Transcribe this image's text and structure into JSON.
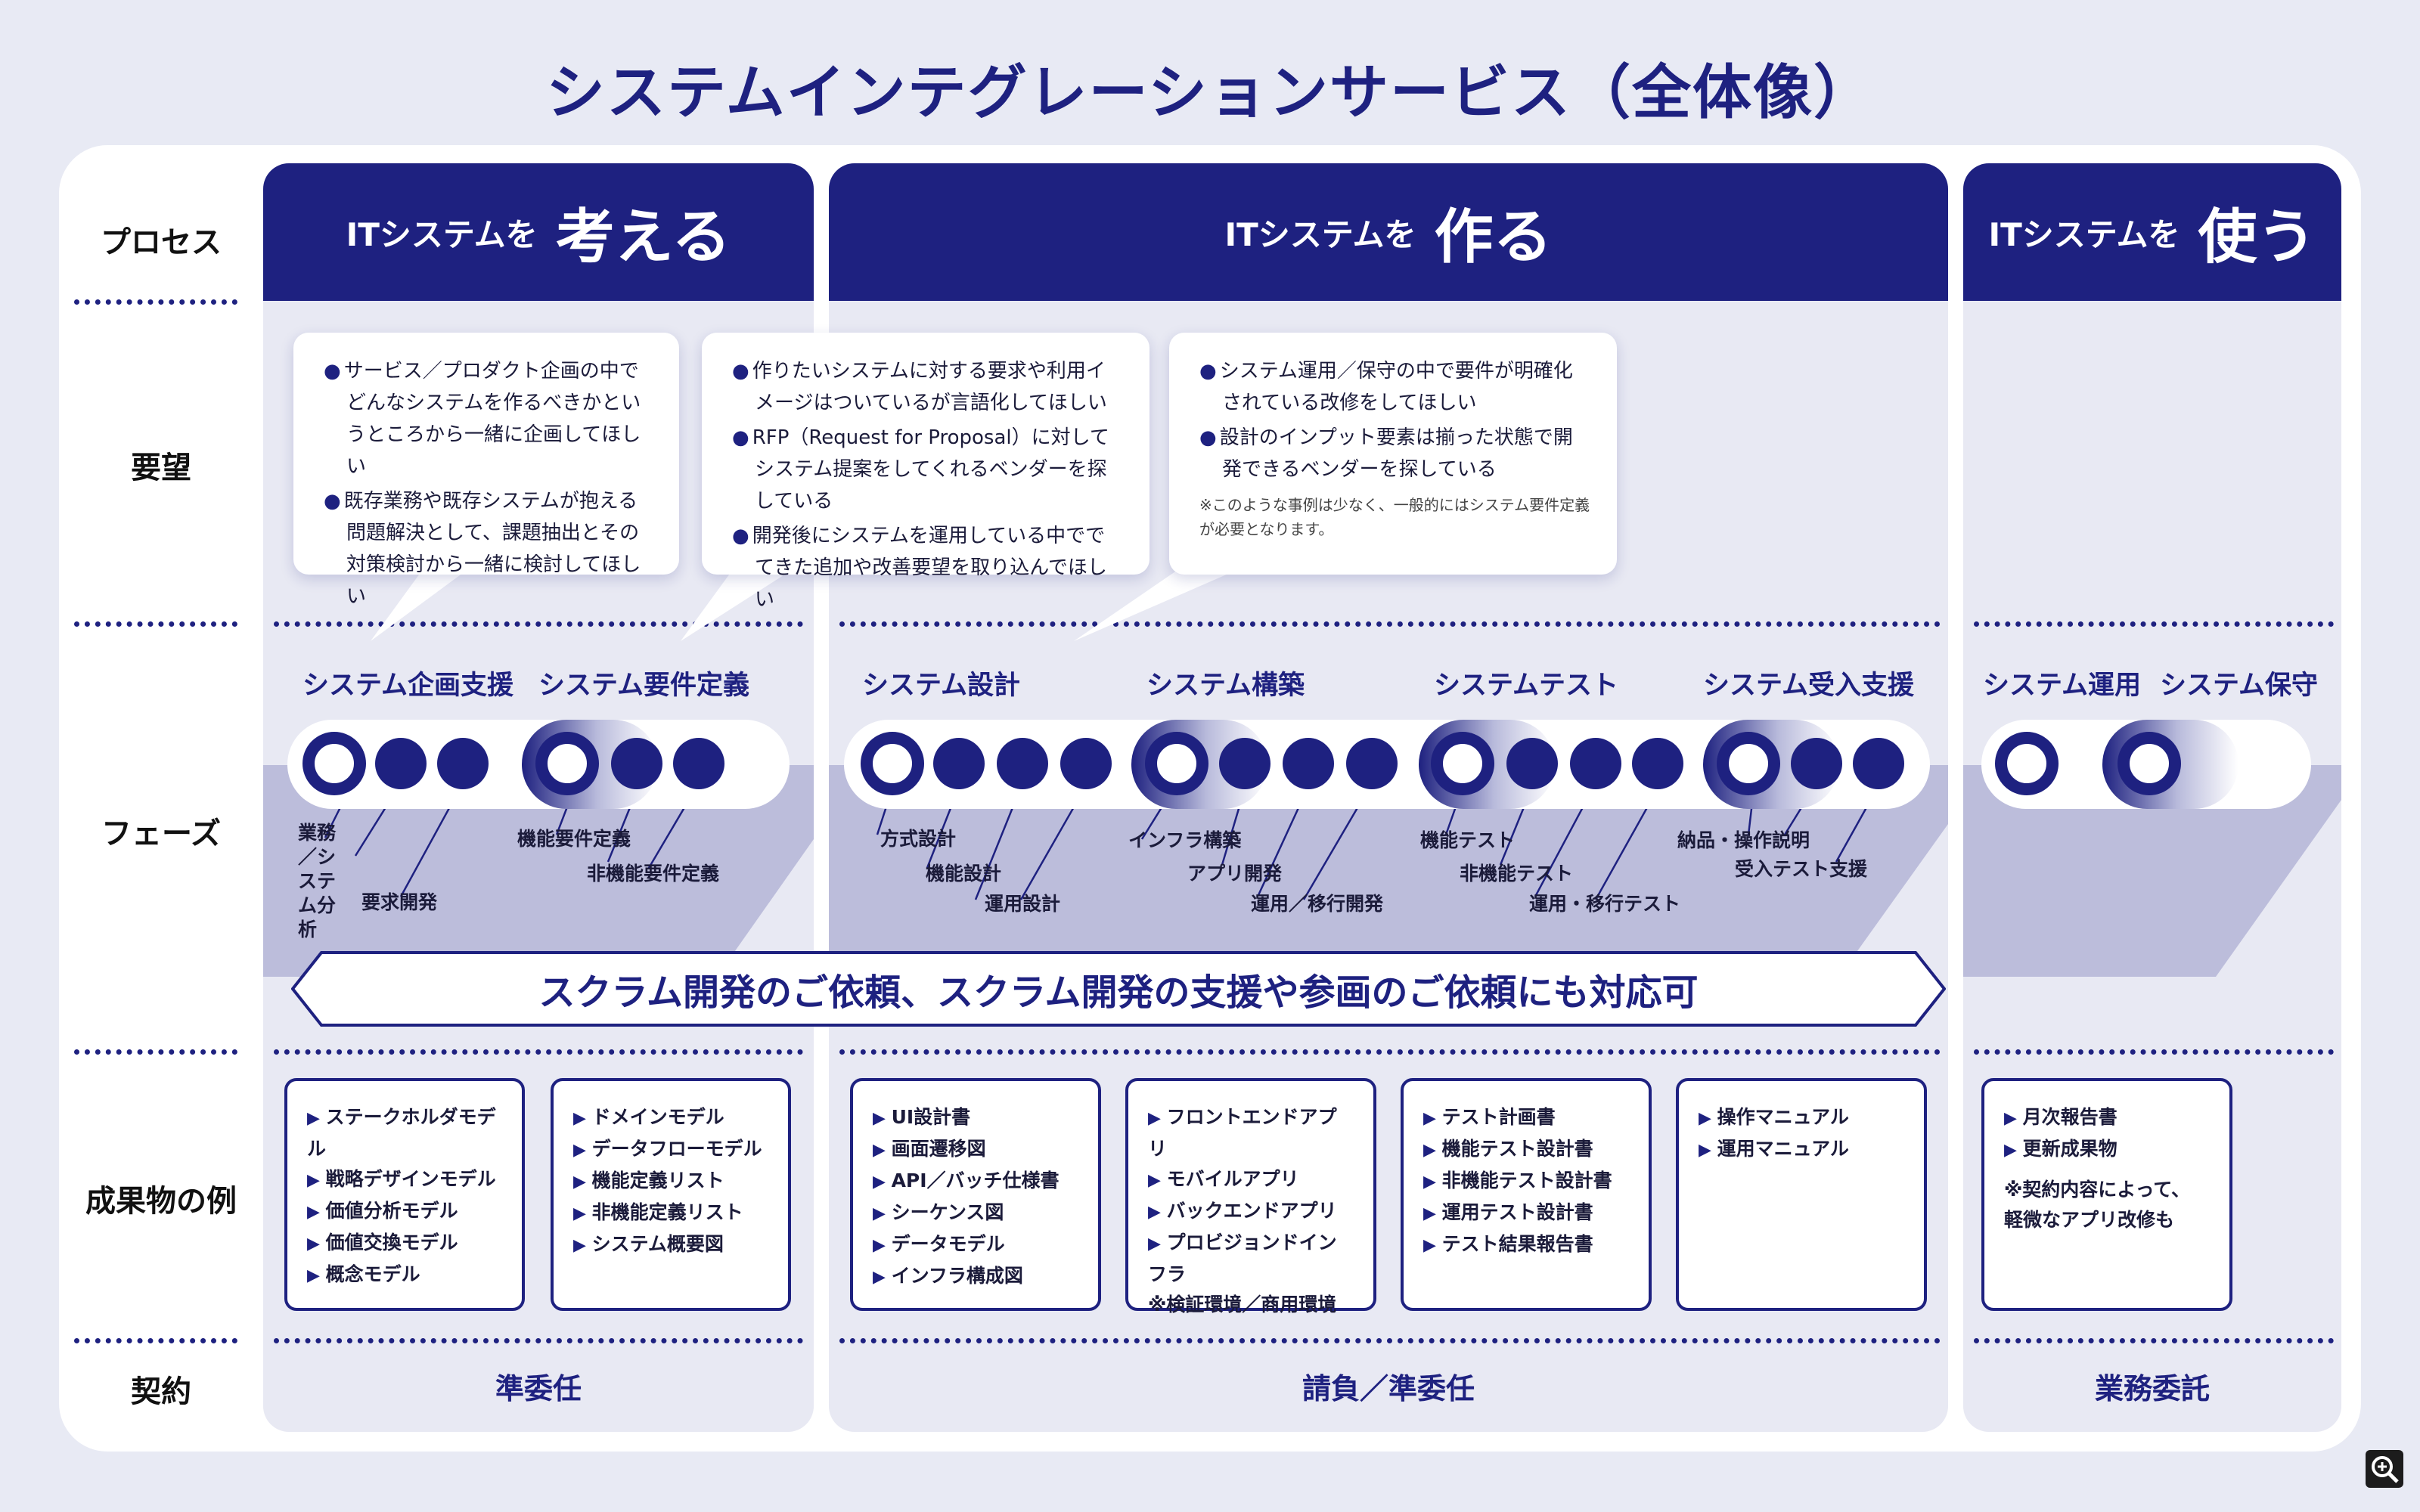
{
  "title": "システムインテグレーションサービス（全体像）",
  "row_labels": {
    "process": "プロセス",
    "request": "要望",
    "phase": "フェーズ",
    "deliverables": "成果物の例",
    "contract": "契約"
  },
  "columns": [
    {
      "prefix": "ITシステムを",
      "verb": "考える"
    },
    {
      "prefix": "ITシステムを",
      "verb": "作る"
    },
    {
      "prefix": "ITシステムを",
      "verb": "使う"
    }
  ],
  "requests": [
    {
      "items": [
        "サービス／プロダクト企画の中でどんなシステムを作るべきかというところから一緒に企画してほしい",
        "既存業務や既存システムが抱える問題解決として、課題抽出とその対策検討から一緒に検討してほしい"
      ],
      "note": ""
    },
    {
      "items": [
        "作りたいシステムに対する要求や利用イメージはついているが言語化してほしい",
        "RFP（Request for Proposal）に対してシステム提案をしてくれるベンダーを探している",
        "開発後にシステムを運用している中ででてきた追加や改善要望を取り込んでほしい"
      ],
      "note": ""
    },
    {
      "items": [
        "システム運用／保守の中で要件が明確化されている改修をしてほしい",
        "設計のインプット要素は揃った状態で開発できるベンダーを探している"
      ],
      "note": "※このような事例は少なく、一般的にはシステム要件定義が必要となります。"
    }
  ],
  "phases": [
    "システム企画支援",
    "システム要件定義",
    "システム設計",
    "システム構築",
    "システムテスト",
    "システム受入支援",
    "システム運用",
    "システム保守"
  ],
  "subphases": {
    "s1": "業務／システム分析",
    "s2": "要求開発",
    "s3": "機能要件定義",
    "s4": "非機能要件定義",
    "s5": "方式設計",
    "s6": "機能設計",
    "s7": "運用設計",
    "s8": "インフラ構築",
    "s9": "アプリ開発",
    "s10": "運用／移行開発",
    "s11": "機能テスト",
    "s12": "非機能テスト",
    "s13": "運用・移行テスト",
    "s14": "納品・操作説明",
    "s15": "受入テスト支援"
  },
  "scrum": "スクラム開発のご依頼、スクラム開発の支援や参画のご依頼にも対応可",
  "deliverables": [
    {
      "items": [
        "ステークホルダモデル",
        "戦略デザインモデル",
        "価値分析モデル",
        "価値交換モデル",
        "概念モデル"
      ],
      "notes": []
    },
    {
      "items": [
        "ドメインモデル",
        "データフローモデル",
        "機能定義リスト",
        "非機能定義リスト",
        "システム概要図"
      ],
      "notes": []
    },
    {
      "items": [
        "UI設計書",
        "画面遷移図",
        "API／バッチ仕様書",
        "シーケンス図",
        "データモデル",
        "インフラ構成図"
      ],
      "notes": []
    },
    {
      "items": [
        "フロントエンドアプリ",
        "モバイルアプリ",
        "バックエンドアプリ",
        "プロビジョンドインフラ"
      ],
      "notes": [
        "※検証環境／商用環境"
      ]
    },
    {
      "items": [
        "テスト計画書",
        "機能テスト設計書",
        "非機能テスト設計書",
        "運用テスト設計書",
        "テスト結果報告書"
      ],
      "notes": []
    },
    {
      "items": [
        "操作マニュアル",
        "運用マニュアル"
      ],
      "notes": []
    },
    {
      "items": [
        "月次報告書",
        "更新成果物"
      ],
      "notes": [
        "※契約内容によって、",
        "軽微なアプリ改修も"
      ]
    }
  ],
  "contracts": [
    "準委任",
    "請負／準委任",
    "業務委託"
  ],
  "icons": {
    "zoom": "zoom-in-icon"
  },
  "colors": {
    "navy": "#1e2180",
    "panel": "#ffffff",
    "column": "#e8e9f3",
    "band": "#bcbddb"
  }
}
